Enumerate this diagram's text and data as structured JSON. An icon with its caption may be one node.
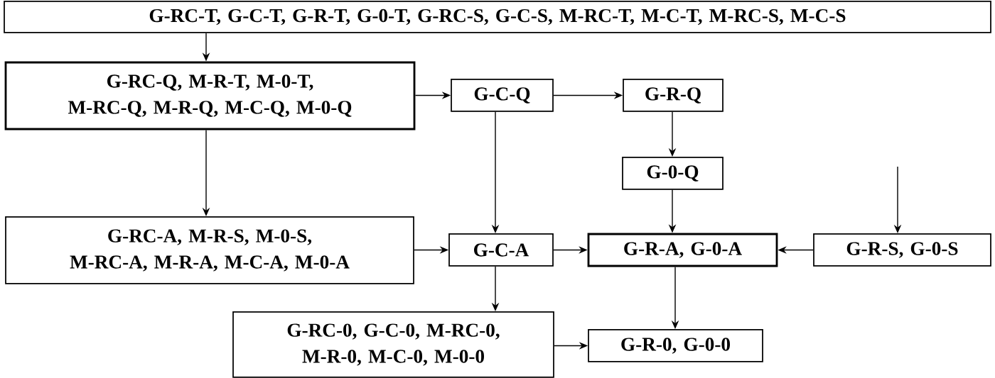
{
  "diagram": {
    "nodes": [
      {
        "text": [
          "G-RC-T, G-C-T, G-R-T, G-0-T, G-RC-S, G-C-S, M-RC-T, M-C-T, M-RC-S, M-C-S"
        ]
      },
      {
        "text": [
          "G-RC-Q, M-R-T, M-0-T, M-RC-Q, M-R-Q, M-C-Q, M-0-Q"
        ]
      },
      {
        "text": [
          "G-C-Q"
        ]
      },
      {
        "text": [
          "G-R-Q"
        ]
      },
      {
        "text": [
          "G-0-Q"
        ]
      },
      {
        "text": [
          "G-RC-A, M-R-S, M-0-S, M-RC-A, M-R-A, M-C-A, M-0-A"
        ]
      },
      {
        "text": [
          "G-C-A"
        ]
      },
      {
        "text": [
          "G-R-A, G-0-A"
        ]
      },
      {
        "text": [
          "G-R-S, G-0-S"
        ]
      },
      {
        "text": [
          "G-RC-0, G-C-0, M-RC-0, M-R-0, M-C-0, M-0-0"
        ]
      },
      {
        "text": [
          "G-R-0, G-0-0"
        ]
      }
    ],
    "edges": [
      {
        "from": 0,
        "to": 1,
        "arrow": "to"
      },
      {
        "from": 1,
        "to": 2,
        "arrow": "to"
      },
      {
        "from": 2,
        "to": 3,
        "arrow": "to"
      },
      {
        "from": 3,
        "to": 4,
        "arrow": "to"
      },
      {
        "from": null,
        "to": 8,
        "arrow": "to"
      },
      {
        "from": 1,
        "to": 5,
        "arrow": "to"
      },
      {
        "from": 2,
        "to": 6,
        "arrow": "to"
      },
      {
        "from": 4,
        "to": 7,
        "arrow": "to"
      },
      {
        "from": 5,
        "to": 6,
        "arrow": "to"
      },
      {
        "from": 6,
        "to": 7,
        "arrow": "to"
      },
      {
        "from": 8,
        "to": 7,
        "arrow": "to"
      },
      {
        "from": 6,
        "to": 9,
        "arrow": "to"
      },
      {
        "from": 7,
        "to": 10,
        "arrow": "to"
      },
      {
        "from": 9,
        "to": 10,
        "arrow": "to"
      }
    ]
  }
}
